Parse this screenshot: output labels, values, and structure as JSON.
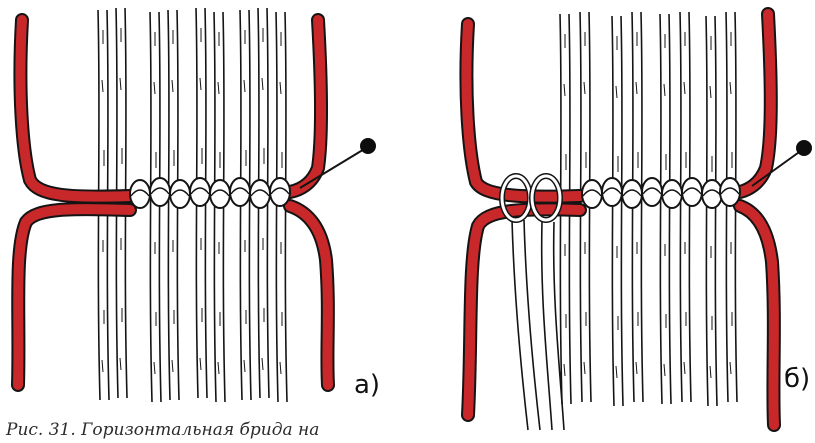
{
  "figure": {
    "panels": [
      {
        "label": "а)"
      },
      {
        "label": "б)"
      }
    ],
    "caption": "Рис. 31. Горизонтальная брида на",
    "colors": {
      "cord_red": "#c8282a",
      "outline": "#141414",
      "background": "#ffffff"
    }
  }
}
